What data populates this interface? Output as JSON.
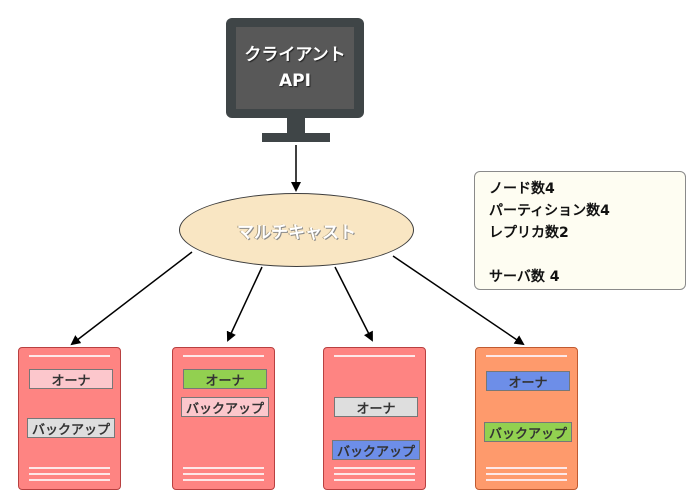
{
  "client": {
    "line1": "クライアント",
    "line2": "API"
  },
  "multicast": {
    "label": "マルチキャスト"
  },
  "info": {
    "nodes": "ノード数4",
    "partitions": "パーティション数4",
    "replicas": "レプリカ数2",
    "servers": "サーバ数 4"
  },
  "servers": [
    {
      "owner": "オーナ",
      "backup": "バックアップ"
    },
    {
      "owner": "オーナ",
      "backup": "バックアップ"
    },
    {
      "owner": "オーナ",
      "backup": "バックアップ"
    },
    {
      "owner": "オーナ",
      "backup": "バックアップ"
    }
  ],
  "colors": {
    "server": "#fe8482",
    "server_alt": "#fe9a6c",
    "partition_green": "#92d050",
    "partition_blue": "#6d8ee8",
    "partition_pink": "#fcc7cc",
    "partition_gray": "#dedede"
  }
}
